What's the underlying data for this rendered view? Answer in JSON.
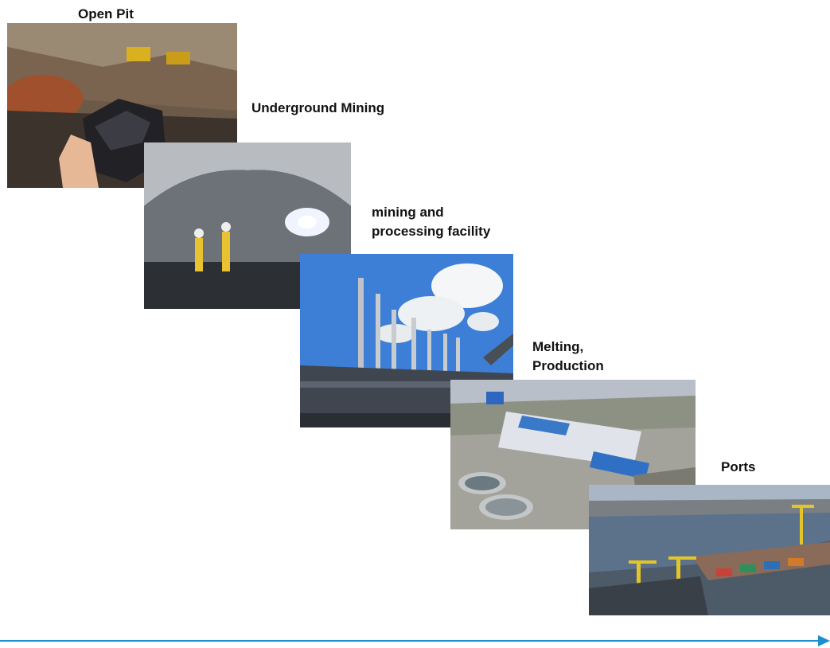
{
  "stages": [
    {
      "label": "Open Pit",
      "photo": "open-pit-ore-photo"
    },
    {
      "label": "Underground Mining",
      "photo": "underground-tunnel-photo"
    },
    {
      "label": "mining and\nprocessing facility",
      "photo": "processing-plant-chimneys-photo"
    },
    {
      "label": "Melting,\nProduction",
      "photo": "smelter-aerial-photo"
    },
    {
      "label": "Ports",
      "photo": "container-port-cranes-photo"
    }
  ],
  "colors": {
    "arrow": "#1a8fd0",
    "text": "#111111"
  }
}
